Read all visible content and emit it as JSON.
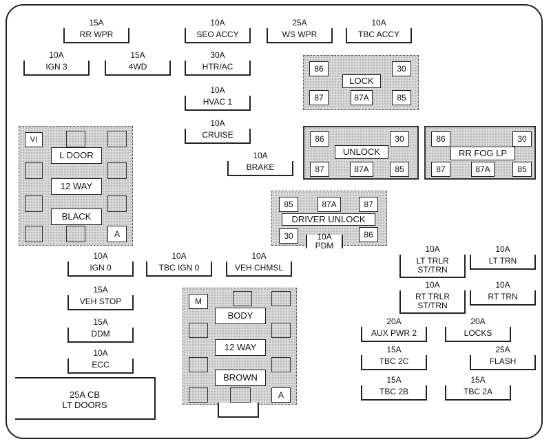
{
  "fuses": {
    "rr_wpr": {
      "amp": "15A",
      "name": "RR WPR"
    },
    "seo_accy": {
      "amp": "10A",
      "name": "SEO ACCY"
    },
    "ws_wpr": {
      "amp": "25A",
      "name": "WS WPR"
    },
    "tbc_accy": {
      "amp": "10A",
      "name": "TBC ACCY"
    },
    "ign3": {
      "amp": "10A",
      "name": "IGN 3"
    },
    "fwd": {
      "amp": "15A",
      "name": "4WD"
    },
    "htr_ac": {
      "amp": "30A",
      "name": "HTR/AC"
    },
    "hvac1": {
      "amp": "10A",
      "name": "HVAC 1"
    },
    "cruise": {
      "amp": "10A",
      "name": "CRUISE"
    },
    "brake": {
      "amp": "10A",
      "name": "BRAKE"
    },
    "ign0": {
      "amp": "10A",
      "name": "IGN 0"
    },
    "tbc_ign0": {
      "amp": "10A",
      "name": "TBC IGN 0"
    },
    "veh_chmsl": {
      "amp": "10A",
      "name": "VEH CHMSL"
    },
    "veh_stop": {
      "amp": "15A",
      "name": "VEH STOP"
    },
    "ddm": {
      "amp": "15A",
      "name": "DDM"
    },
    "ecc": {
      "amp": "10A",
      "name": "ECC"
    },
    "lt_trlr": {
      "amp": "10A",
      "name": "LT TRLR",
      "name2": "ST/TRN"
    },
    "lt_trn": {
      "amp": "10A",
      "name": "LT TRN"
    },
    "rt_trlr": {
      "amp": "10A",
      "name": "RT TRLR",
      "name2": "ST/TRN"
    },
    "rt_trn": {
      "amp": "10A",
      "name": "RT TRN"
    },
    "aux_pwr2": {
      "amp": "20A",
      "name": "AUX PWR 2"
    },
    "locks": {
      "amp": "20A",
      "name": "LOCKS"
    },
    "tbc_2c": {
      "amp": "15A",
      "name": "TBC 2C"
    },
    "flash": {
      "amp": "25A",
      "name": "FLASH"
    },
    "tbc_2b": {
      "amp": "15A",
      "name": "TBC 2B"
    },
    "tbc_2a": {
      "amp": "15A",
      "name": "TBC 2A"
    },
    "pdm": {
      "amp": "10A",
      "name": "PDM"
    }
  },
  "relays": {
    "lock": {
      "label": "LOCK",
      "pins": [
        "86",
        "30",
        "87",
        "87A",
        "85"
      ]
    },
    "unlock": {
      "label": "UNLOCK",
      "pins": [
        "86",
        "30",
        "87",
        "87A",
        "85"
      ]
    },
    "rr_fog": {
      "label": "RR FOG LP",
      "pins": [
        "86",
        "30",
        "87",
        "87A",
        "85"
      ]
    },
    "driver_unlock": {
      "label": "DRIVER UNLOCK",
      "pins": [
        "85",
        "87A",
        "87",
        "30",
        "86"
      ]
    }
  },
  "connectors": {
    "left": {
      "pin_top": "VI",
      "pin_bottom": "A",
      "labels": [
        "L DOOR",
        "12 WAY",
        "BLACK"
      ]
    },
    "center": {
      "pin_top": "M",
      "pin_bottom": "A",
      "labels": [
        "BODY",
        "12 WAY",
        "BROWN"
      ]
    }
  },
  "circuit_breaker": {
    "line1": "25A CB",
    "line2": "LT DOORS"
  }
}
